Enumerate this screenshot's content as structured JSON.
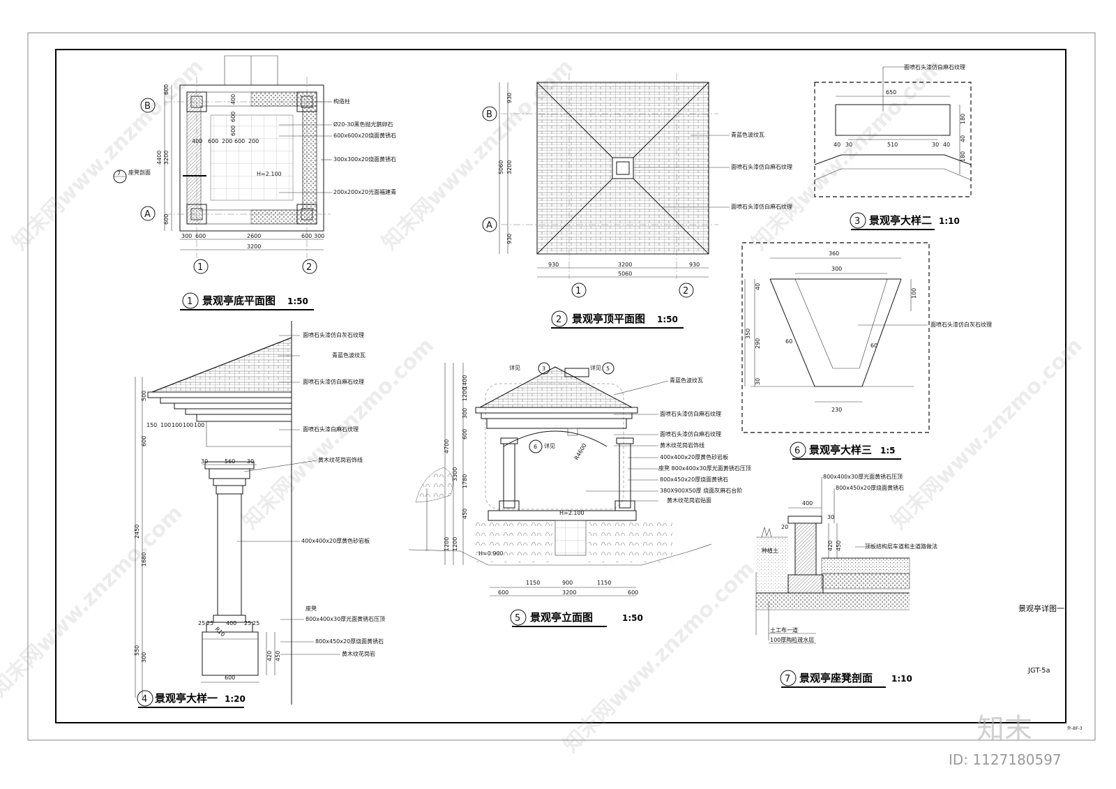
{
  "sheet": {
    "name": "景观亭详图一",
    "code": "JGT-5a",
    "corner_note": "外-BF-3"
  },
  "drawings": {
    "d1": {
      "num": "1",
      "title": "景观亭底平面图",
      "scale": "1:50"
    },
    "d2": {
      "num": "2",
      "title": "景观亭顶平面图",
      "scale": "1:50"
    },
    "d3": {
      "num": "3",
      "title": "景观亭大样二",
      "scale": "1:10"
    },
    "d4": {
      "num": "4",
      "title": "景观亭大样一",
      "scale": "1:20"
    },
    "d5": {
      "num": "5",
      "title": "景观亭立面图",
      "scale": "1:50"
    },
    "d6": {
      "num": "6",
      "title": "景观亭大样三",
      "scale": "1:5"
    },
    "d7": {
      "num": "7",
      "title": "景观亭座凳剖面",
      "scale": "1:10"
    }
  },
  "axes": {
    "a1": "1",
    "a2": "2",
    "aA": "A",
    "aB": "B"
  },
  "labels": {
    "p1_col": "构造柱",
    "p1_pebble": "Ø20-30黑色抛光鹅卵石",
    "p1_tile600": "600x600x20烧面黄锈石",
    "p1_tile300": "300x300x20烧面黄锈石",
    "p1_tile200": "200x200x20光面福建青",
    "p1_seat": "座凳剖面",
    "p1_h": "H=2.100",
    "p2_tile": "青蓝色波纹瓦",
    "p2_stone1": "面喷石头漆仿白麻石纹理",
    "p2_stone2": "面喷石头漆仿白麻石纹理",
    "p3_note": "面喷石头漆仿白麻石纹理",
    "p6_note": "面喷石头漆仿白灰石纹理",
    "p4_n1": "面喷石头漆仿白灰石纹理",
    "p4_n2": "青蓝色波纹瓦",
    "p4_n3": "面喷石头漆仿白麻石纹理",
    "p4_n4": "面喷石头漆白麻石纹理",
    "p4_n5": "黄木纹花岗岩饰线",
    "p4_n6": "400x400x20厚黄色砂岩板",
    "p4_seat": "座凳",
    "p4_n7": "800x400x30厚光面黄锈石压顶",
    "p4_n8": "800x450x20厚烧面黄锈石",
    "p4_n9": "黄木纹花岗岩",
    "p5_detail1": "详见",
    "p5_detail2": "详见",
    "p5_detail3": "详见",
    "p5_n1": "青蓝色波纹瓦",
    "p5_n2": "面喷石头漆仿白麻石纹理",
    "p5_n3": "面喷石头漆仿白麻石纹理",
    "p5_n4": "黄木纹花岗岩饰线",
    "p5_n5": "400x400x20厚黄色砂岩板",
    "p5_n6": "座凳 800x400x30厚光面黄锈石压顶",
    "p5_n7": "800x450x20厚烧面黄锈石",
    "p5_n8": "380X900X50厚 烧面灰麻石台阶",
    "p5_n9": "黄木纹花岗岩贴面",
    "p5_r": "R4600",
    "p5_h1": "H=2.100",
    "p5_h2": "H=0.900",
    "p7_n1": "800x400x30厚光面黄锈石压顶",
    "p7_n2": "800x450x20厚烧面黄锈石",
    "p7_n3": "顶板结构层车道和主道路做法",
    "p7_soil": "种植土",
    "p7_n4": "土工布一道",
    "p7_n5": "100厚陶粒疏水层"
  },
  "dims": {
    "d1_top": [
      "300",
      "600",
      "2600",
      "600",
      "300"
    ],
    "d1_total": "3200",
    "d1_inner": [
      "400",
      "600",
      "200",
      "600",
      "200"
    ],
    "d1_inner2": [
      "600",
      "600",
      "400"
    ],
    "d1_left": [
      "600",
      "3200",
      "600"
    ],
    "d1_left_total": "4400",
    "d2_bottom": [
      "930",
      "3200",
      "930"
    ],
    "d2_total": "5060",
    "d2_left": [
      "930",
      "3200",
      "930"
    ],
    "d2_left_total": "5060",
    "d3_top": "650",
    "d3_bottom": [
      "40",
      "30",
      "510",
      "30",
      "40"
    ],
    "d3_right": [
      "180",
      "40",
      "180"
    ],
    "d6_top": "360",
    "d6_top2": "300",
    "d6_left": [
      "40",
      "290",
      "30"
    ],
    "d6_left_total": "350",
    "d6_right": "100",
    "d6_diag": [
      "60",
      "60"
    ],
    "d6_bottom": "230",
    "d4_left": [
      "500",
      "600",
      "2450",
      "1680",
      "550",
      "300"
    ],
    "d4_steps": [
      "150",
      "100",
      "100",
      "100",
      "100"
    ],
    "d4_cap": [
      "30",
      "560",
      "30"
    ],
    "d4_base": [
      "25",
      "25",
      "400",
      "25",
      "25"
    ],
    "d4_foot": "600",
    "d4_right": [
      "420",
      "450"
    ],
    "d5_left": [
      "1400",
      "1200",
      "300",
      "600",
      "4700",
      "3300",
      "1780",
      "450",
      "1200",
      "1200"
    ],
    "d5_bottom": [
      "600",
      "1150",
      "900",
      "1150",
      "600"
    ],
    "d5_total": "3200",
    "d7_top": [
      "400",
      "30"
    ],
    "d7_left": [
      "20"
    ],
    "d7_right": [
      "420",
      "450"
    ]
  },
  "watermark": {
    "text": "知末网www.znzmo.com",
    "brand": "知末",
    "id": "ID: 1127180597"
  }
}
